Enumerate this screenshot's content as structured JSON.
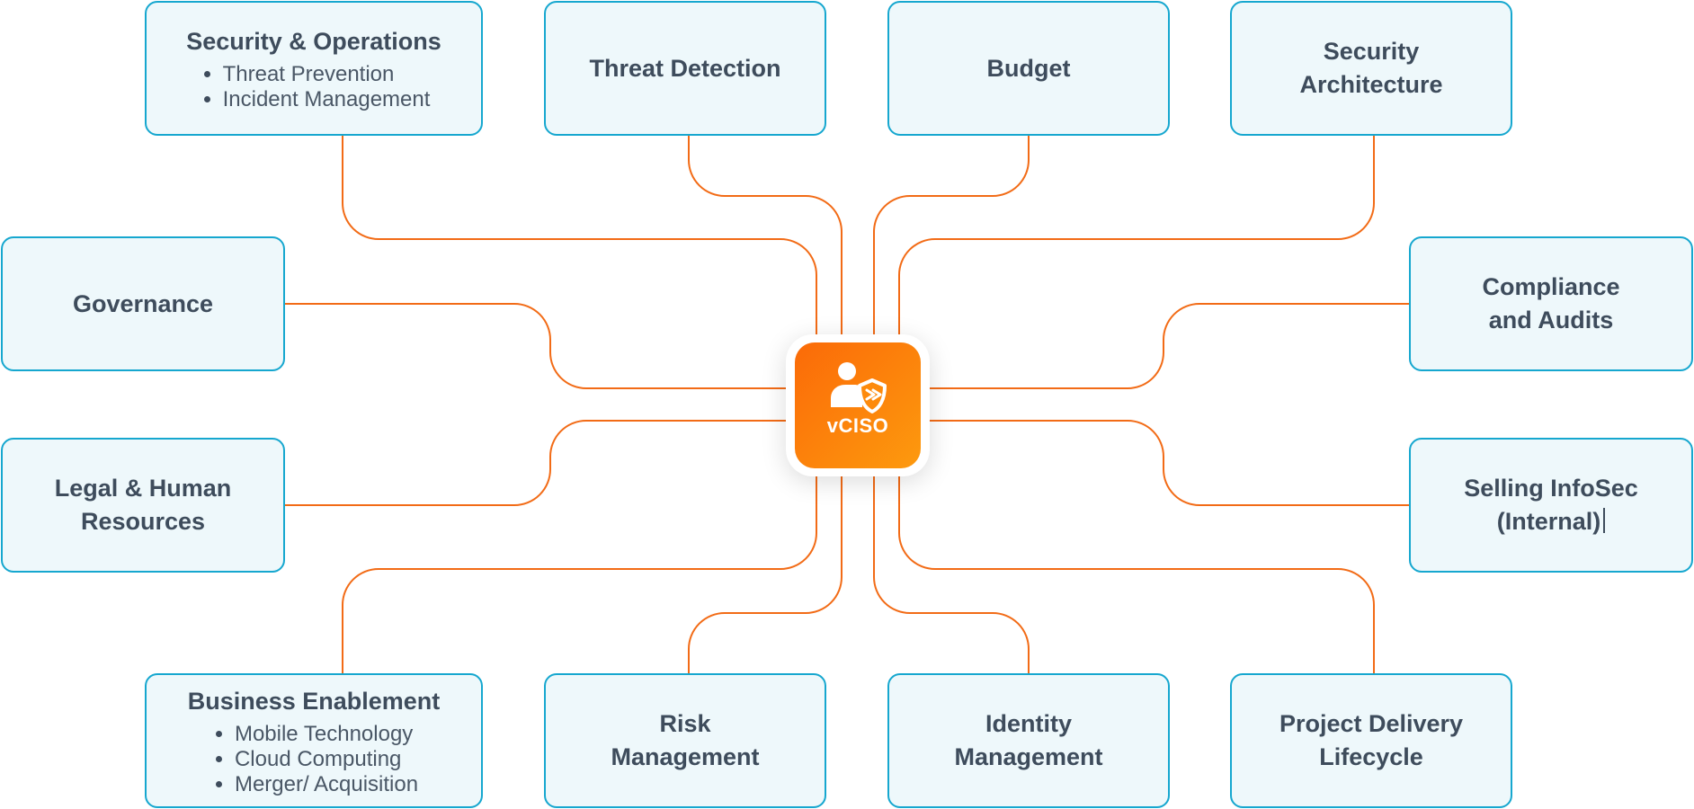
{
  "hub": {
    "label": "vCISO",
    "icon": "user-shield-icon"
  },
  "colors": {
    "connector": "#f26b16",
    "node_border": "#16a7cf",
    "node_fill": "#eef8fb",
    "text": "#3e4c5c",
    "hub_start": "#fb6a08",
    "hub_end": "#fd9a0e"
  },
  "nodes": {
    "security_operations": {
      "title": "Security & Operations",
      "items": [
        "Threat Prevention",
        "Incident Management"
      ]
    },
    "threat_detection": {
      "title": "Threat Detection"
    },
    "budget": {
      "title": "Budget"
    },
    "security_architecture": {
      "title": "Security\nArchitecture"
    },
    "governance": {
      "title": "Governance"
    },
    "compliance_audits": {
      "title": "Compliance\nand Audits"
    },
    "legal_hr": {
      "title": "Legal & Human\nResources"
    },
    "selling_infosec": {
      "title": "Selling InfoSec\n(Internal)"
    },
    "business_enablement": {
      "title": "Business Enablement",
      "items": [
        "Mobile Technology",
        "Cloud Computing",
        "Merger/ Acquisition"
      ]
    },
    "risk_management": {
      "title": "Risk\nManagement"
    },
    "identity_management": {
      "title": "Identity\nManagement"
    },
    "project_delivery": {
      "title": "Project Delivery\nLifecycle"
    }
  }
}
